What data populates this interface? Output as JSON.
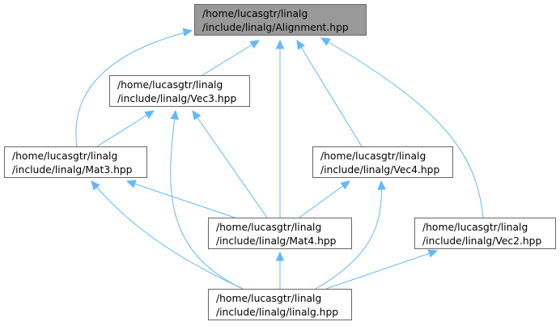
{
  "colors": {
    "edge": "#63b8ff",
    "node_border": "#666666",
    "node_fill": "#ffffff",
    "focus_fill": "#999999"
  },
  "nodes": {
    "alignment": {
      "line1": "/home/lucasgtr/linalg",
      "line2": "/include/linalg/Alignment.hpp"
    },
    "vec3": {
      "line1": "/home/lucasgtr/linalg",
      "line2": "/include/linalg/Vec3.hpp"
    },
    "mat3": {
      "line1": "/home/lucasgtr/linalg",
      "line2": "/include/linalg/Mat3.hpp"
    },
    "vec4": {
      "line1": "/home/lucasgtr/linalg",
      "line2": "/include/linalg/Vec4.hpp"
    },
    "mat4": {
      "line1": "/home/lucasgtr/linalg",
      "line2": "/include/linalg/Mat4.hpp"
    },
    "vec2": {
      "line1": "/home/lucasgtr/linalg",
      "line2": "/include/linalg/Vec2.hpp"
    },
    "linalg": {
      "line1": "/home/lucasgtr/linalg",
      "line2": "/include/linalg/linalg.hpp"
    }
  },
  "edges": [
    {
      "from": "vec3",
      "to": "alignment"
    },
    {
      "from": "mat3",
      "to": "alignment"
    },
    {
      "from": "mat4",
      "to": "alignment"
    },
    {
      "from": "vec4",
      "to": "alignment"
    },
    {
      "from": "vec2",
      "to": "alignment"
    },
    {
      "from": "mat3",
      "to": "vec3"
    },
    {
      "from": "mat4",
      "to": "vec3"
    },
    {
      "from": "linalg",
      "to": "vec3"
    },
    {
      "from": "mat4",
      "to": "mat3"
    },
    {
      "from": "linalg",
      "to": "mat3"
    },
    {
      "from": "mat4",
      "to": "vec4"
    },
    {
      "from": "linalg",
      "to": "vec4"
    },
    {
      "from": "linalg",
      "to": "mat4"
    },
    {
      "from": "linalg",
      "to": "vec2"
    }
  ]
}
